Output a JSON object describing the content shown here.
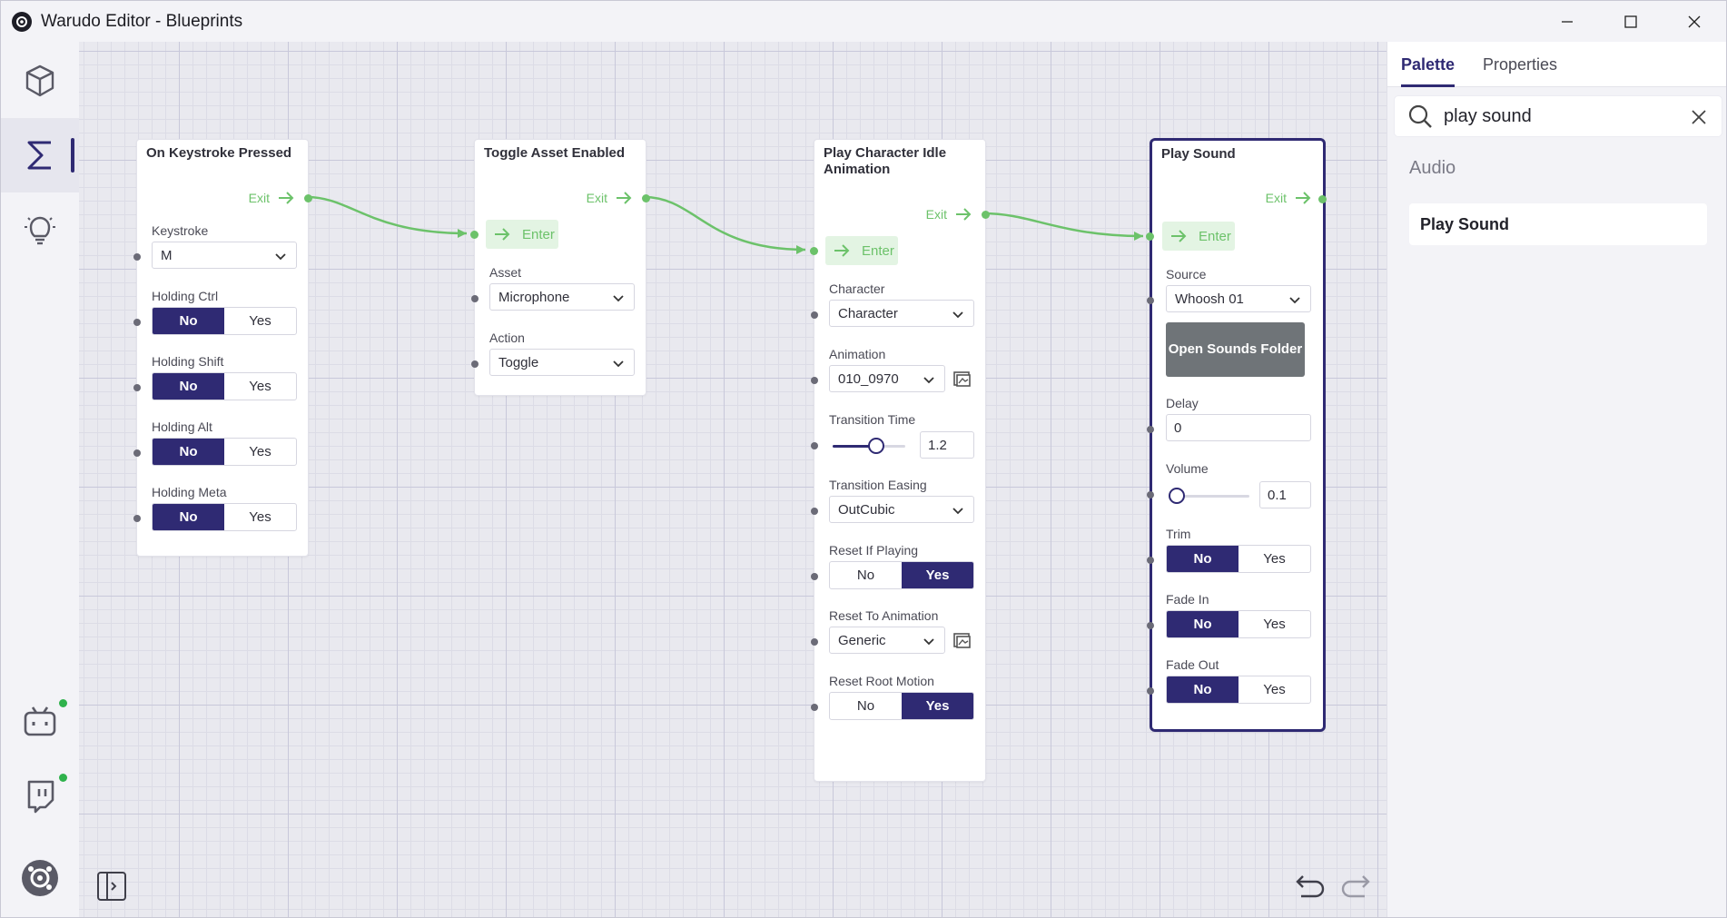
{
  "window": {
    "title": "Warudo Editor - Blueprints"
  },
  "rail": {
    "items": [
      {
        "name": "scene-icon"
      },
      {
        "name": "blueprints-icon",
        "active": true
      },
      {
        "name": "lightbulb-icon"
      }
    ],
    "bottom": [
      {
        "name": "bilibili-icon",
        "status": "online"
      },
      {
        "name": "twitch-icon",
        "status": "online"
      },
      {
        "name": "warudo-icon"
      }
    ]
  },
  "nodes": {
    "keystroke": {
      "title": "On Keystroke Pressed",
      "exit": "Exit",
      "keystroke_label": "Keystroke",
      "keystroke_value": "M",
      "ctrl_label": "Holding Ctrl",
      "shift_label": "Holding Shift",
      "alt_label": "Holding Alt",
      "meta_label": "Holding Meta",
      "no": "No",
      "yes": "Yes"
    },
    "toggle": {
      "title": "Toggle Asset Enabled",
      "exit": "Exit",
      "enter": "Enter",
      "asset_label": "Asset",
      "asset_value": "Microphone",
      "action_label": "Action",
      "action_value": "Toggle"
    },
    "idle": {
      "title": "Play Character Idle Animation",
      "exit": "Exit",
      "enter": "Enter",
      "character_label": "Character",
      "character_value": "Character",
      "animation_label": "Animation",
      "animation_value": "010_0970",
      "transition_time_label": "Transition Time",
      "transition_time_value": "1.2",
      "transition_time_fraction": 0.6,
      "easing_label": "Transition Easing",
      "easing_value": "OutCubic",
      "reset_playing_label": "Reset If Playing",
      "reset_anim_label": "Reset To Animation",
      "reset_anim_value": "Generic",
      "reset_root_label": "Reset Root Motion",
      "no": "No",
      "yes": "Yes"
    },
    "sound": {
      "title": "Play Sound",
      "exit": "Exit",
      "enter": "Enter",
      "source_label": "Source",
      "source_value": "Whoosh 01",
      "open_folder": "Open Sounds Folder",
      "delay_label": "Delay",
      "delay_value": "0",
      "volume_label": "Volume",
      "volume_value": "0.1",
      "volume_fraction": 0.0,
      "trim_label": "Trim",
      "fade_in_label": "Fade In",
      "fade_out_label": "Fade Out",
      "no": "No",
      "yes": "Yes"
    }
  },
  "panel": {
    "tabs": [
      "Palette",
      "Properties"
    ],
    "active_tab": "Palette",
    "search_value": "play sound",
    "section": "Audio",
    "item": "Play Sound"
  },
  "colors": {
    "accent": "#2f2a73",
    "flow": "#6cc26a",
    "status_online": "#2fb24c"
  }
}
